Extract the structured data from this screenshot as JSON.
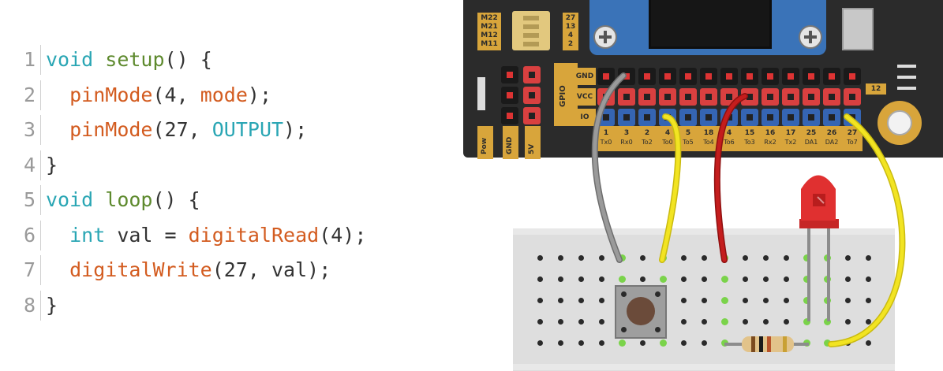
{
  "code": {
    "lines": [
      {
        "n": "1",
        "tokens": [
          {
            "t": "void",
            "c": "kw"
          },
          {
            "t": " ",
            "c": "p"
          },
          {
            "t": "setup",
            "c": "fn"
          },
          {
            "t": "() {",
            "c": "p"
          }
        ]
      },
      {
        "n": "2",
        "tokens": [
          {
            "t": "  ",
            "c": "p"
          },
          {
            "t": "pinMode",
            "c": "call"
          },
          {
            "t": "(4, ",
            "c": "p"
          },
          {
            "t": "mode",
            "c": "call"
          },
          {
            "t": ");",
            "c": "p"
          }
        ]
      },
      {
        "n": "3",
        "tokens": [
          {
            "t": "  ",
            "c": "p"
          },
          {
            "t": "pinMode",
            "c": "call"
          },
          {
            "t": "(27, ",
            "c": "p"
          },
          {
            "t": "OUTPUT",
            "c": "const"
          },
          {
            "t": ");",
            "c": "p"
          }
        ]
      },
      {
        "n": "4",
        "tokens": [
          {
            "t": "}",
            "c": "p"
          }
        ]
      },
      {
        "n": "5",
        "tokens": [
          {
            "t": "void",
            "c": "kw"
          },
          {
            "t": " ",
            "c": "p"
          },
          {
            "t": "loop",
            "c": "fn"
          },
          {
            "t": "() {",
            "c": "p"
          }
        ]
      },
      {
        "n": "6",
        "tokens": [
          {
            "t": "  ",
            "c": "p"
          },
          {
            "t": "int",
            "c": "kw"
          },
          {
            "t": " val = ",
            "c": "p"
          },
          {
            "t": "digitalRead",
            "c": "call"
          },
          {
            "t": "(4);",
            "c": "p"
          }
        ]
      },
      {
        "n": "7",
        "tokens": [
          {
            "t": "  ",
            "c": "p"
          },
          {
            "t": "digitalWrite",
            "c": "call"
          },
          {
            "t": "(27, val);",
            "c": "p"
          }
        ]
      },
      {
        "n": "8",
        "tokens": [
          {
            "t": "}",
            "c": "p"
          }
        ]
      }
    ]
  },
  "board": {
    "m_labels": [
      "M22",
      "M21",
      "M12",
      "M11"
    ],
    "n_labels": [
      "27",
      "13",
      "4",
      "2"
    ],
    "gpio_label": "GPIO",
    "row_labels": [
      "GND",
      "VCC",
      "IO"
    ],
    "pins": [
      {
        "num": "1",
        "name": "Tx0"
      },
      {
        "num": "3",
        "name": "Rx0"
      },
      {
        "num": "2",
        "name": "To2"
      },
      {
        "num": "4",
        "name": "To0"
      },
      {
        "num": "5",
        "name": "To5"
      },
      {
        "num": "18",
        "name": "To4"
      },
      {
        "num": "4",
        "name": "To6"
      },
      {
        "num": "15",
        "name": "To3"
      },
      {
        "num": "16",
        "name": "Rx2"
      },
      {
        "num": "17",
        "name": "Tx2"
      },
      {
        "num": "25",
        "name": "DA1"
      },
      {
        "num": "26",
        "name": "DA2"
      },
      {
        "num": "27",
        "name": "To7"
      }
    ],
    "power_labels": [
      "Pow",
      "GND",
      "5V"
    ],
    "tag": "12"
  },
  "colors": {
    "board": "#2b2b2b",
    "header_label": "#d8a53b",
    "wire_gray": "#8a8a8a",
    "wire_yellow": "#f2e422",
    "wire_red": "#c41d1d",
    "led": "#e03030",
    "hole_active": "#7ad34a"
  },
  "icons": [
    "screw-icon",
    "led-icon",
    "resistor-icon",
    "push-button-icon",
    "mounting-hole-icon"
  ]
}
